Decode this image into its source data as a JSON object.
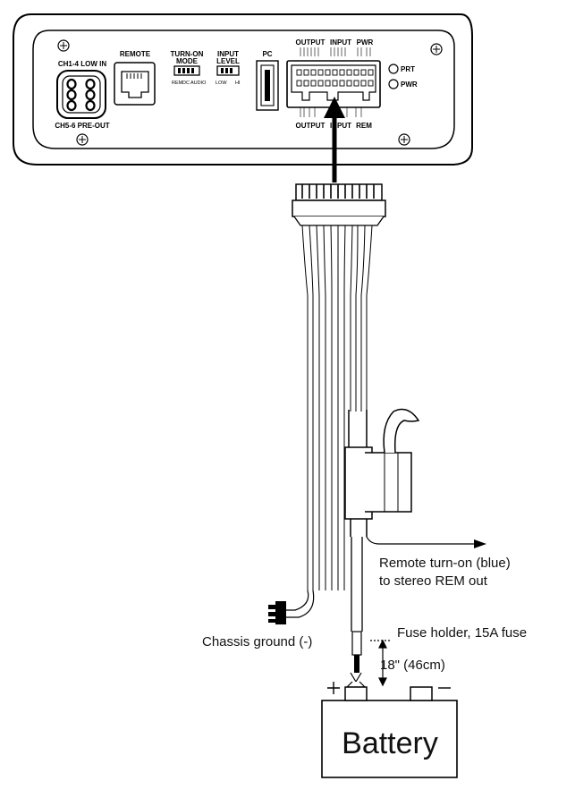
{
  "amplifier": {
    "ch14_low_in": "CH1-4 LOW IN",
    "ch56_pre_out": "CH5-6 PRE-OUT",
    "remote": "REMOTE",
    "turn_on_mode_line1": "TURN-ON",
    "turn_on_mode_line2": "MODE",
    "turn_on_sub_rem": "REM",
    "turn_on_sub_dc": "DC",
    "turn_on_sub_audio": "AUDIO",
    "input_level_line1": "INPUT",
    "input_level_line2": "LEVEL",
    "input_level_low": "LOW",
    "input_level_hi": "HI",
    "pc": "PC",
    "top_output": "OUTPUT",
    "top_input": "INPUT",
    "top_pwr": "PWR",
    "bottom_output": "OUTPUT",
    "bottom_input": "INPUT",
    "bottom_rem": "REM",
    "prt": "PRT",
    "pwr_led": "PWR"
  },
  "labels": {
    "remote_turn_on_line1": "Remote turn-on (blue)",
    "remote_turn_on_line2": "to stereo REM out",
    "chassis_ground": "Chassis ground (-)",
    "fuse_holder": "Fuse holder, 15A fuse",
    "distance": "18\" (46cm)",
    "battery": "Battery"
  },
  "colors": {
    "line": "#000000",
    "background": "#ffffff"
  }
}
